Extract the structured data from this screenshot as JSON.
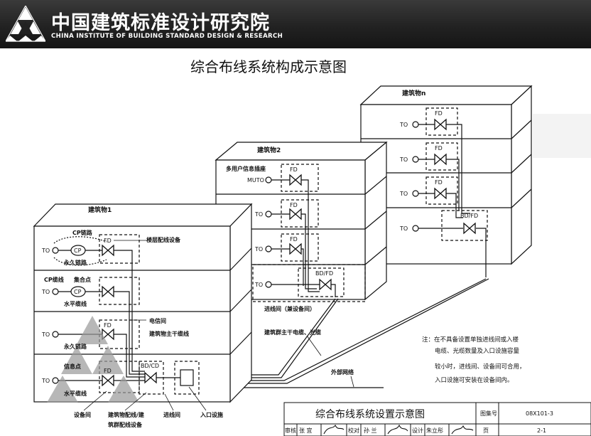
{
  "header": {
    "org_name_cn": "中国建筑标准设计研究院",
    "org_name_en": "CHINA INSTITUTE OF BUILDING STANDARD DESIGN & RESEARCH",
    "logo_icon": "triangle-grid-logo-icon"
  },
  "page_title": "综合布线系统构成示意图",
  "building_1": {
    "title": "建筑物1",
    "cp_link_label": "CP链路",
    "permanent_link_label": "永久链路",
    "floor_distributor_label": "楼层配线设备",
    "cp_cable_label": "CP缆线",
    "consolidation_point_label": "集合点",
    "horizontal_cable_label": "水平缆线",
    "telecom_room_label": "电信间",
    "backbone_label": "建筑物主干缆线",
    "permanent_link_label_2": "永久链路",
    "info_outlet_label": "信息点",
    "horizontal_cable_label_2": "水平缆线",
    "equipment_room_label": "设备间",
    "building_distributor_label": "建筑物配线/建",
    "campus_distributor_label": "筑群配线设备",
    "entrance_room_label": "进线间",
    "entrance_facility_label": "入口设施",
    "cp_label": "CP",
    "to_label": "TO",
    "fd_label": "FD",
    "bd_cd_label": "BD/CD",
    "fd_bottom_label": "FD"
  },
  "building_2": {
    "title": "建筑物2",
    "muto_desc": "多用户信息插座",
    "muto_label": "MUTO",
    "to_label": "TO",
    "fd_label": "FD",
    "bd_fd_label": "BD/FD",
    "entrance_room_label": "进线间（兼设备间）"
  },
  "building_n": {
    "title": "建筑物n",
    "to_label": "TO",
    "fd_label": "FD",
    "bd_fd_label": "BD/FD"
  },
  "campus_backbone_label": "建筑群主干电缆、光缆",
  "external_network_label": "外部网络",
  "note": {
    "lines": [
      "注：在不具备设置单独进线间或入楼",
      "电缆、光缆数量及入口设施容量",
      "较小时，进线间、设备间可合用，",
      "入口设施可安装在设备间内。"
    ]
  },
  "title_block": {
    "title": "综合布线系统设置示意图",
    "atlas_no_label": "图集号",
    "atlas_no": "08X101-3",
    "review_label": "审核",
    "reviewer": "张 宜",
    "check_label": "校对",
    "checker": "孙 兰",
    "design_label": "设计",
    "designer": "朱立彤",
    "page_label": "页",
    "page_no": "2-1"
  },
  "colors": {
    "header_bg": "#222222",
    "line": "#111111",
    "watermark": "#9a9a9a"
  }
}
